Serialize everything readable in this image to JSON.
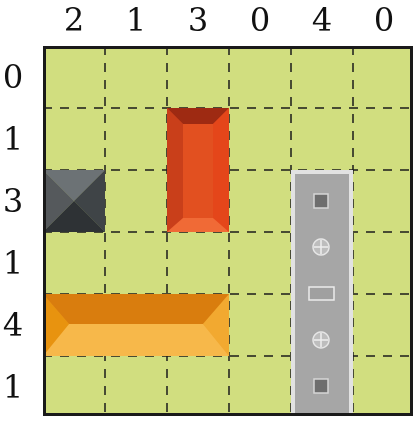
{
  "puzzle": {
    "col_clues": [
      "2",
      "1",
      "3",
      "0",
      "4",
      "0"
    ],
    "row_clues": [
      "0",
      "1",
      "3",
      "1",
      "4",
      "1"
    ]
  },
  "colors": {
    "board": "#d1de7f",
    "grid_line": "#1a1a1a",
    "gray_ship": "#4f5457",
    "red_ship": "#e54d1b",
    "orange_ship": "#f0a02c",
    "carrier": "#a6a6a6"
  },
  "ships": [
    {
      "name": "gray-block",
      "type": "square",
      "row": 2,
      "col": 0,
      "length": 1,
      "orientation": "h"
    },
    {
      "name": "red-ship",
      "type": "vertical-2",
      "row": 1,
      "col": 2,
      "length": 2,
      "orientation": "v"
    },
    {
      "name": "orange-ship",
      "type": "horizontal-3",
      "row": 4,
      "col": 0,
      "length": 3,
      "orientation": "h"
    },
    {
      "name": "gray-carrier",
      "type": "vertical-4",
      "row": 2,
      "col": 4,
      "length": 4,
      "orientation": "v"
    }
  ]
}
